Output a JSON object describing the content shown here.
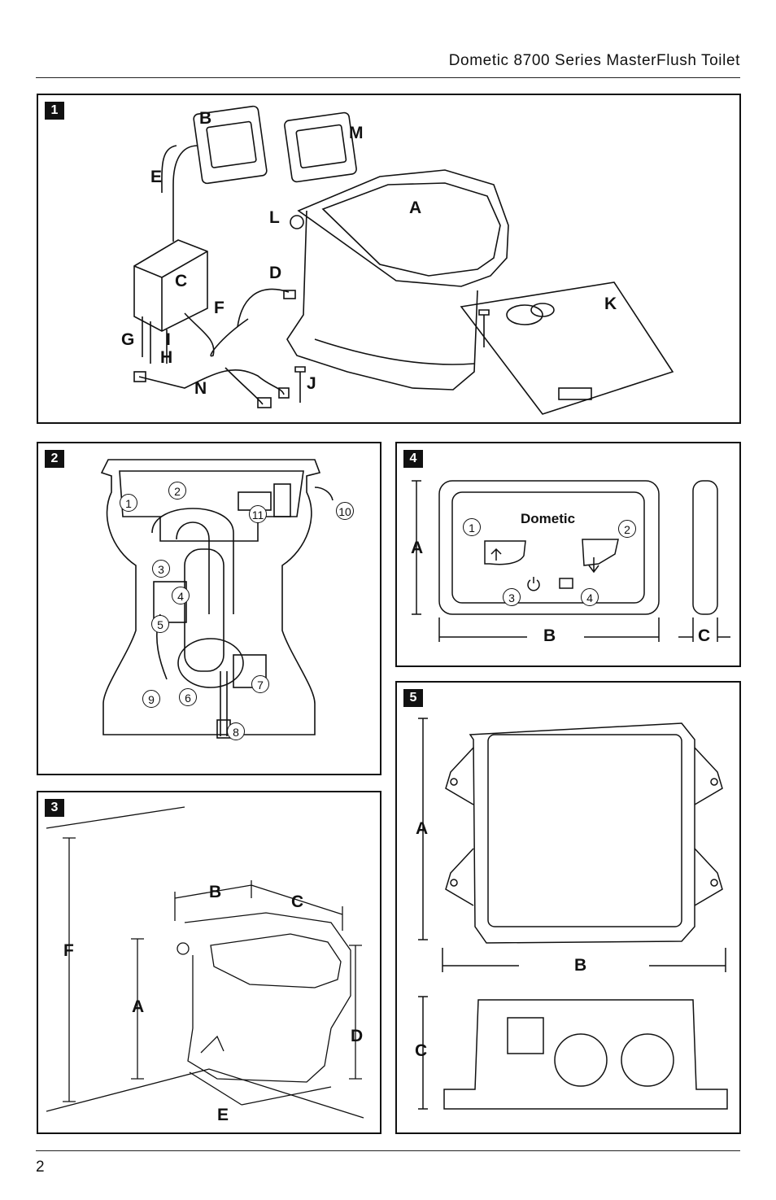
{
  "header": {
    "title": "Dometic 8700 Series MasterFlush Toilet"
  },
  "footer": {
    "page_number": "2"
  },
  "figures": [
    {
      "number": "1",
      "labels": [
        "A",
        "B",
        "C",
        "D",
        "E",
        "F",
        "G",
        "H",
        "I",
        "J",
        "K",
        "L",
        "M",
        "N"
      ]
    },
    {
      "number": "2",
      "callouts": [
        "1",
        "2",
        "3",
        "4",
        "5",
        "6",
        "7",
        "8",
        "9",
        "10",
        "11"
      ]
    },
    {
      "number": "3",
      "labels": [
        "A",
        "B",
        "C",
        "D",
        "E",
        "F"
      ]
    },
    {
      "number": "4",
      "labels": [
        "A",
        "B",
        "C"
      ],
      "callouts": [
        "1",
        "2",
        "3",
        "4"
      ],
      "brand": "Dometic"
    },
    {
      "number": "5",
      "labels": [
        "A",
        "B",
        "C"
      ]
    }
  ],
  "colors": {
    "line": "#111111",
    "badge": "#111111",
    "badge_text": "#ffffff"
  }
}
